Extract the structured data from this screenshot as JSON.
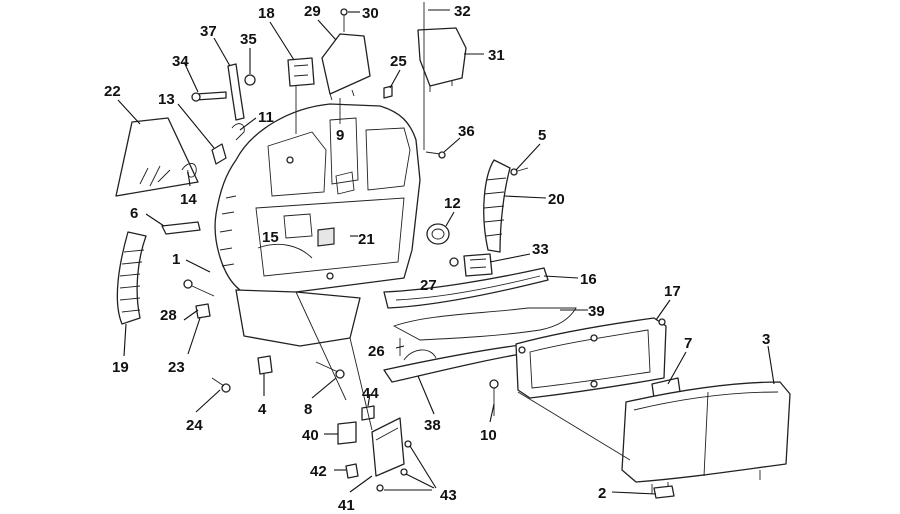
{
  "callouts": {
    "c1": "1",
    "c2": "2",
    "c3": "3",
    "c4": "4",
    "c5": "5",
    "c6": "6",
    "c7": "7",
    "c8": "8",
    "c9": "9",
    "c10": "10",
    "c11": "11",
    "c12": "12",
    "c13": "13",
    "c14": "14",
    "c15": "15",
    "c16": "16",
    "c17": "17",
    "c18": "18",
    "c19": "19",
    "c20": "20",
    "c21": "21",
    "c22": "22",
    "c23": "23",
    "c24": "24",
    "c25": "25",
    "c26": "26",
    "c27": "27",
    "c28": "28",
    "c29": "29",
    "c30": "30",
    "c31": "31",
    "c32": "32",
    "c33": "33",
    "c34": "34",
    "c35": "35",
    "c36": "36",
    "c37": "37",
    "c38": "38",
    "c39": "39",
    "c40": "40",
    "c41": "41",
    "c42": "42",
    "c43": "43",
    "c44": "44"
  }
}
